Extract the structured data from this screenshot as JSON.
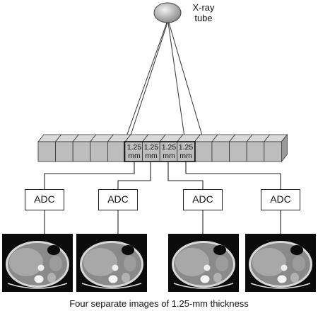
{
  "tube": {
    "label_line1": "X-ray",
    "label_line2": "tube"
  },
  "detector": {
    "segment_count": 14,
    "active_segments": [
      {
        "line1": "1.25",
        "line2": "mm"
      },
      {
        "line1": "1.25",
        "line2": "mm"
      },
      {
        "line1": "1.25",
        "line2": "mm"
      },
      {
        "line1": "1.25",
        "line2": "mm"
      }
    ]
  },
  "channels": [
    {
      "adc_label": "ADC"
    },
    {
      "adc_label": "ADC"
    },
    {
      "adc_label": "ADC"
    },
    {
      "adc_label": "ADC"
    }
  ],
  "caption": "Four separate images of 1.25-mm thickness",
  "colors": {
    "segment_face": "#bdbdbd",
    "segment_top": "#d9d9d9",
    "segment_side": "#9a9a9a",
    "ct_background": "#0b0b0b",
    "ct_body": "#8a8a8a"
  }
}
